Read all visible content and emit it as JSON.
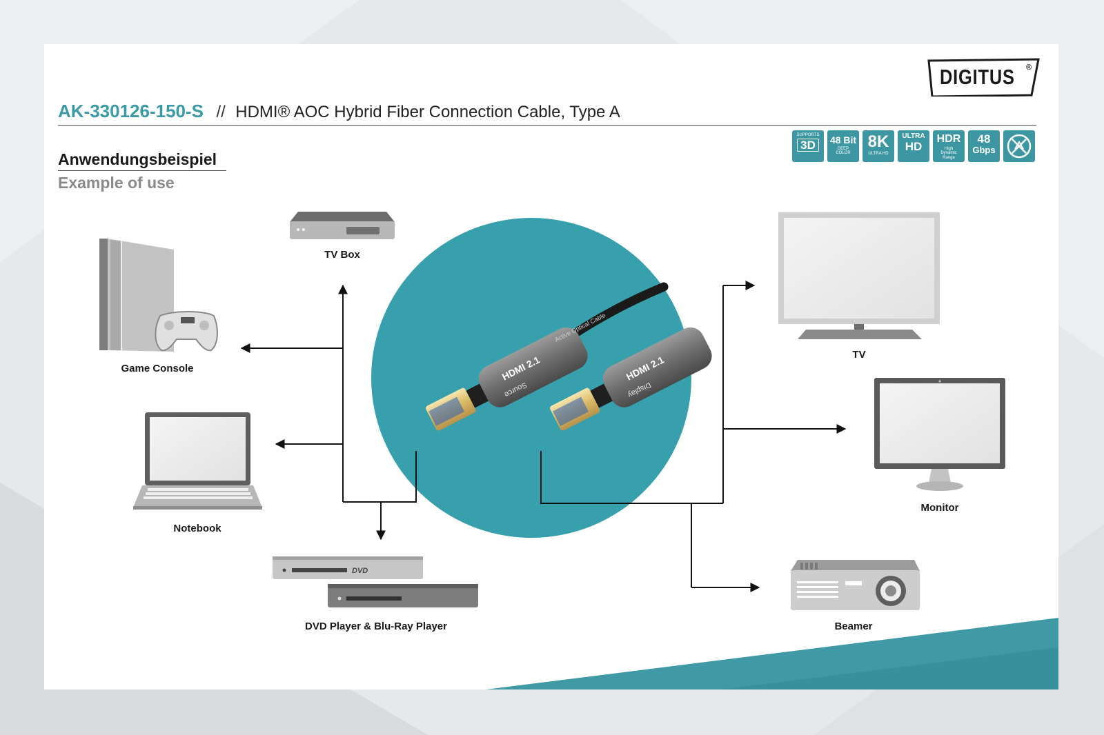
{
  "header": {
    "product_code": "AK-330126-150-S",
    "separator": "//",
    "product_title": "HDMI® AOC Hybrid Fiber Connection Cable, Type A",
    "brand": "DIGITUS",
    "brand_mark": "®"
  },
  "section": {
    "title_de": "Anwendungsbeispiel",
    "title_en": "Example of use"
  },
  "badges": [
    {
      "top": "SUPPORTS",
      "main": "3D",
      "bottom": ""
    },
    {
      "top": "",
      "main": "48 Bit",
      "bottom": "DEEP COLOR"
    },
    {
      "top": "",
      "main": "8K",
      "bottom": "ULTRA HD"
    },
    {
      "top": "ULTRA",
      "main": "HD",
      "bottom": ""
    },
    {
      "top": "",
      "main": "HDR",
      "bottom": "High Dynamic Range"
    },
    {
      "top": "",
      "main": "48",
      "bottom": "Gbps"
    },
    {
      "top": "",
      "main": "",
      "bottom": ""
    }
  ],
  "devices": {
    "tv_box": "TV Box",
    "game_console": "Game Console",
    "notebook": "Notebook",
    "dvd_bluray": "DVD Player & Blu-Ray Player",
    "tv": "TV",
    "monitor": "Monitor",
    "beamer": "Beamer"
  },
  "cable": {
    "plug_text": "HDMI 2.1",
    "source_label": "Source",
    "display_label": "Display",
    "jacket_text": "Active Optical Cable"
  },
  "colors": {
    "accent": "#3a9aa6",
    "circle": "#37a0ac",
    "card": "#ffffff"
  }
}
